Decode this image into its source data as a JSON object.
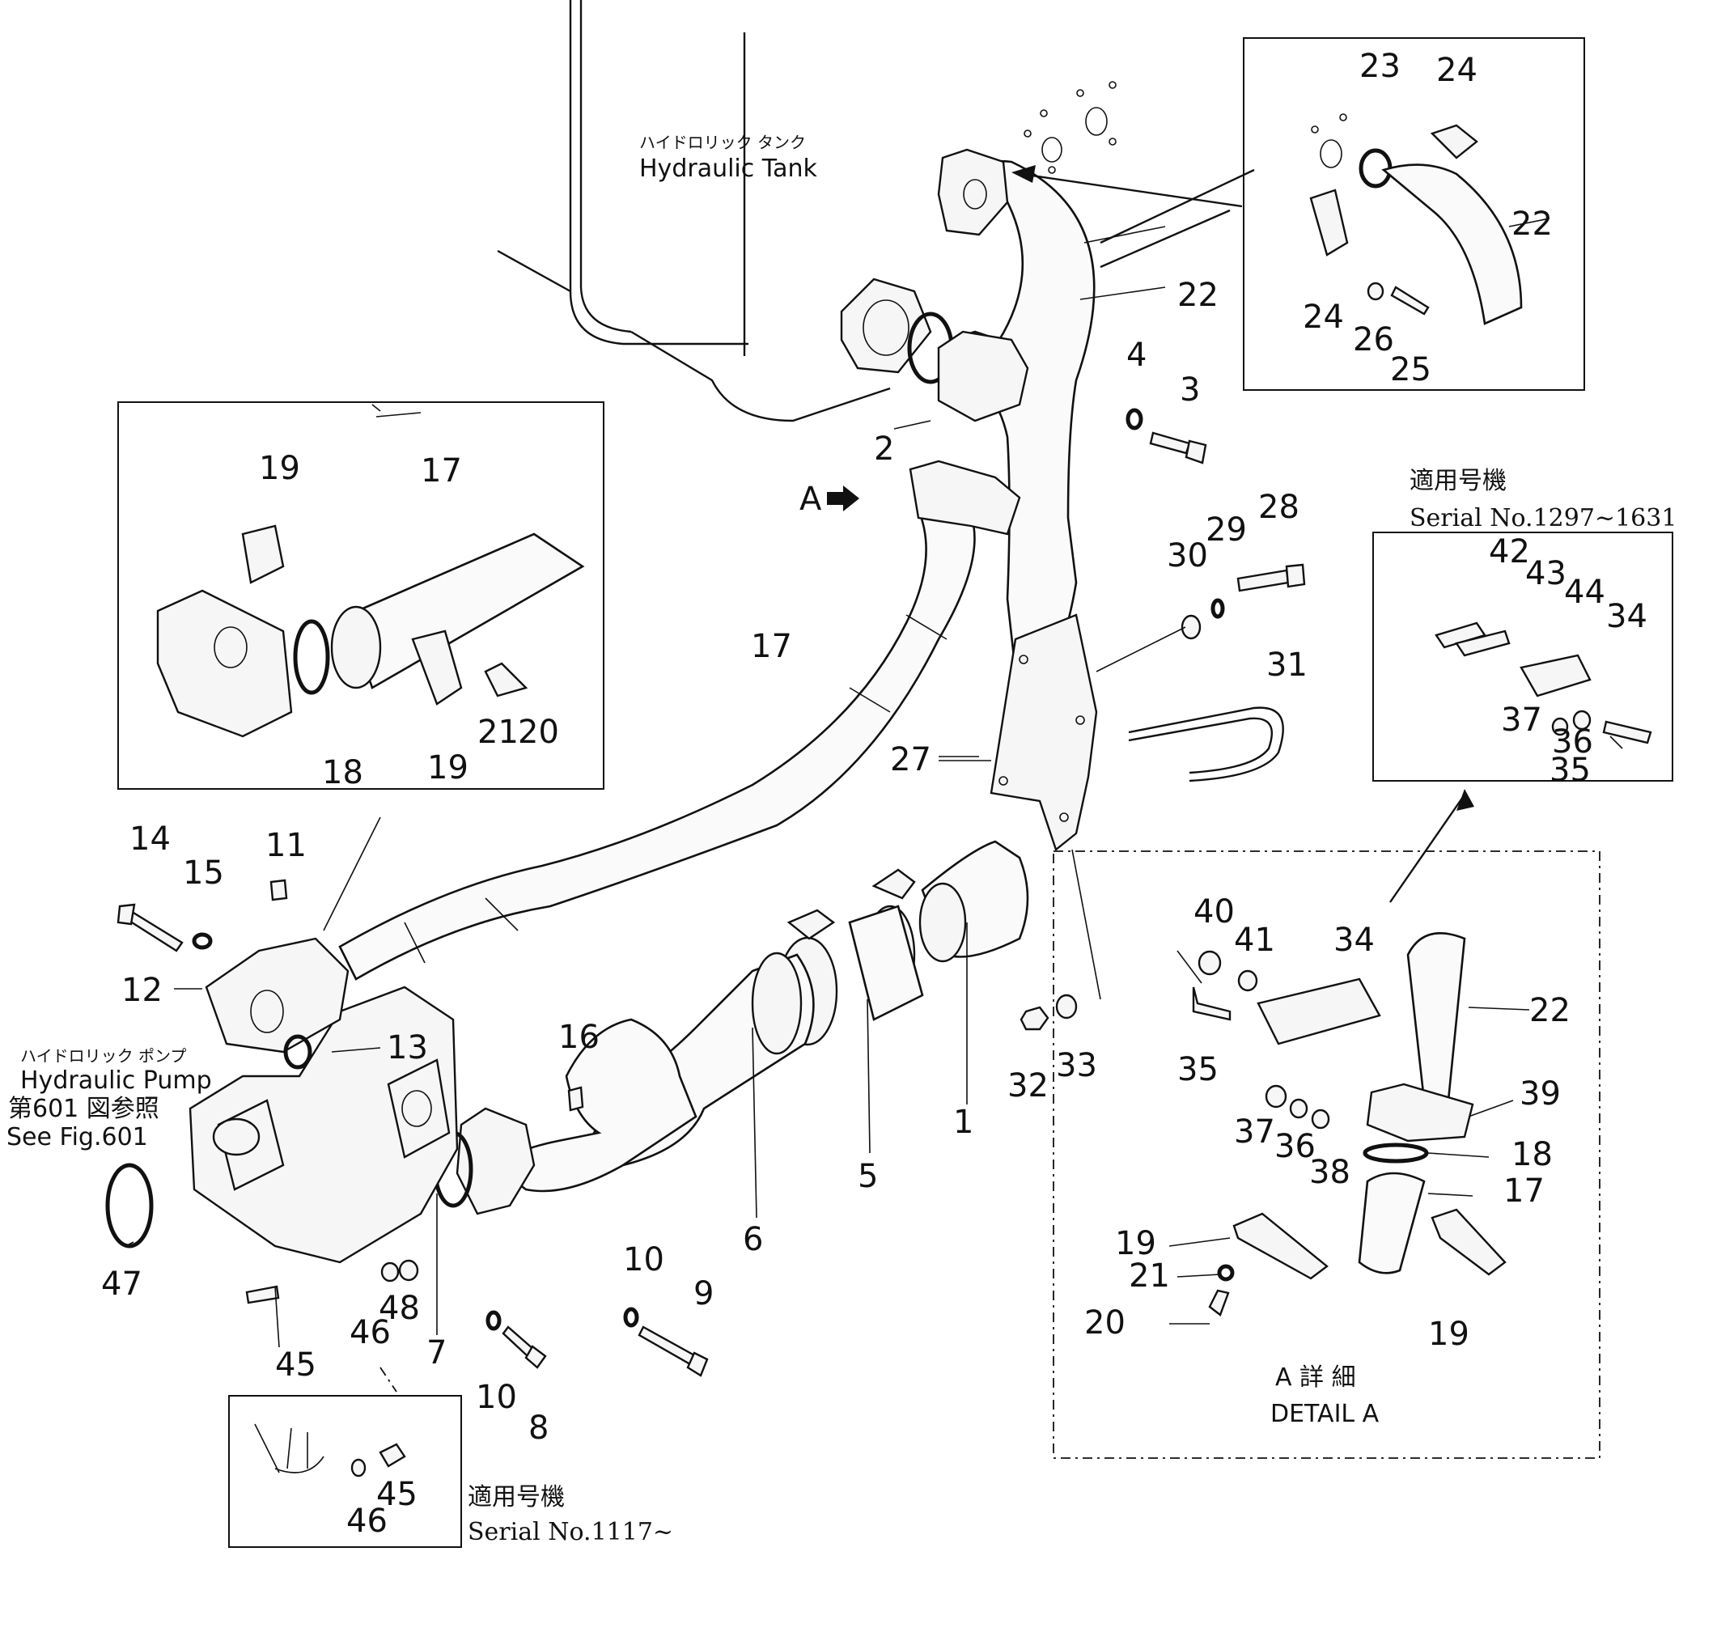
{
  "labels": {
    "hydraulic_tank_jp": "ハイドロリック タンク",
    "hydraulic_tank_en": "Hydraulic Tank",
    "hydraulic_pump_jp": "ハイドロリック ポンプ",
    "hydraulic_pump_en": "Hydraulic Pump",
    "fig_ref_jp": "第601 図参照",
    "fig_ref_en": "See Fig.601",
    "arrow_a": "A",
    "detail_a_jp": "A 詳 細",
    "detail_a_en": "DETAIL A",
    "applicable_jp_1": "適用号機",
    "serial_1": "Serial No.1297~1631",
    "applicable_jp_2": "適用号機",
    "serial_2": "Serial No.1117~"
  },
  "callouts": {
    "c1": "1",
    "c2": "2",
    "c3": "3",
    "c4": "4",
    "c5": "5",
    "c6": "6",
    "c7": "7",
    "c8": "8",
    "c9": "9",
    "c10a": "10",
    "c10b": "10",
    "c11": "11",
    "c12": "12",
    "c13": "13",
    "c14": "14",
    "c15": "15",
    "c16": "16",
    "c17a": "17",
    "c17b": "17",
    "c17c": "17",
    "c18a": "18",
    "c18b": "18",
    "c19a": "19",
    "c19b": "19",
    "c19c": "19",
    "c19d": "19",
    "c20a": "20",
    "c20b": "20",
    "c21a": "21",
    "c21b": "21",
    "c22a": "22",
    "c22b": "22",
    "c22c": "22",
    "c23": "23",
    "c24a": "24",
    "c24b": "24",
    "c25": "25",
    "c26": "26",
    "c27": "27",
    "c28": "28",
    "c29": "29",
    "c30": "30",
    "c31": "31",
    "c32": "32",
    "c33": "33",
    "c34a": "34",
    "c34b": "34",
    "c35a": "35",
    "c35b": "35",
    "c36a": "36",
    "c36b": "36",
    "c37a": "37",
    "c37b": "37",
    "c38": "38",
    "c39": "39",
    "c40": "40",
    "c41": "41",
    "c42": "42",
    "c43": "43",
    "c44": "44",
    "c45a": "45",
    "c45b": "45",
    "c46a": "46",
    "c46b": "46",
    "c47": "47",
    "c48": "48"
  }
}
